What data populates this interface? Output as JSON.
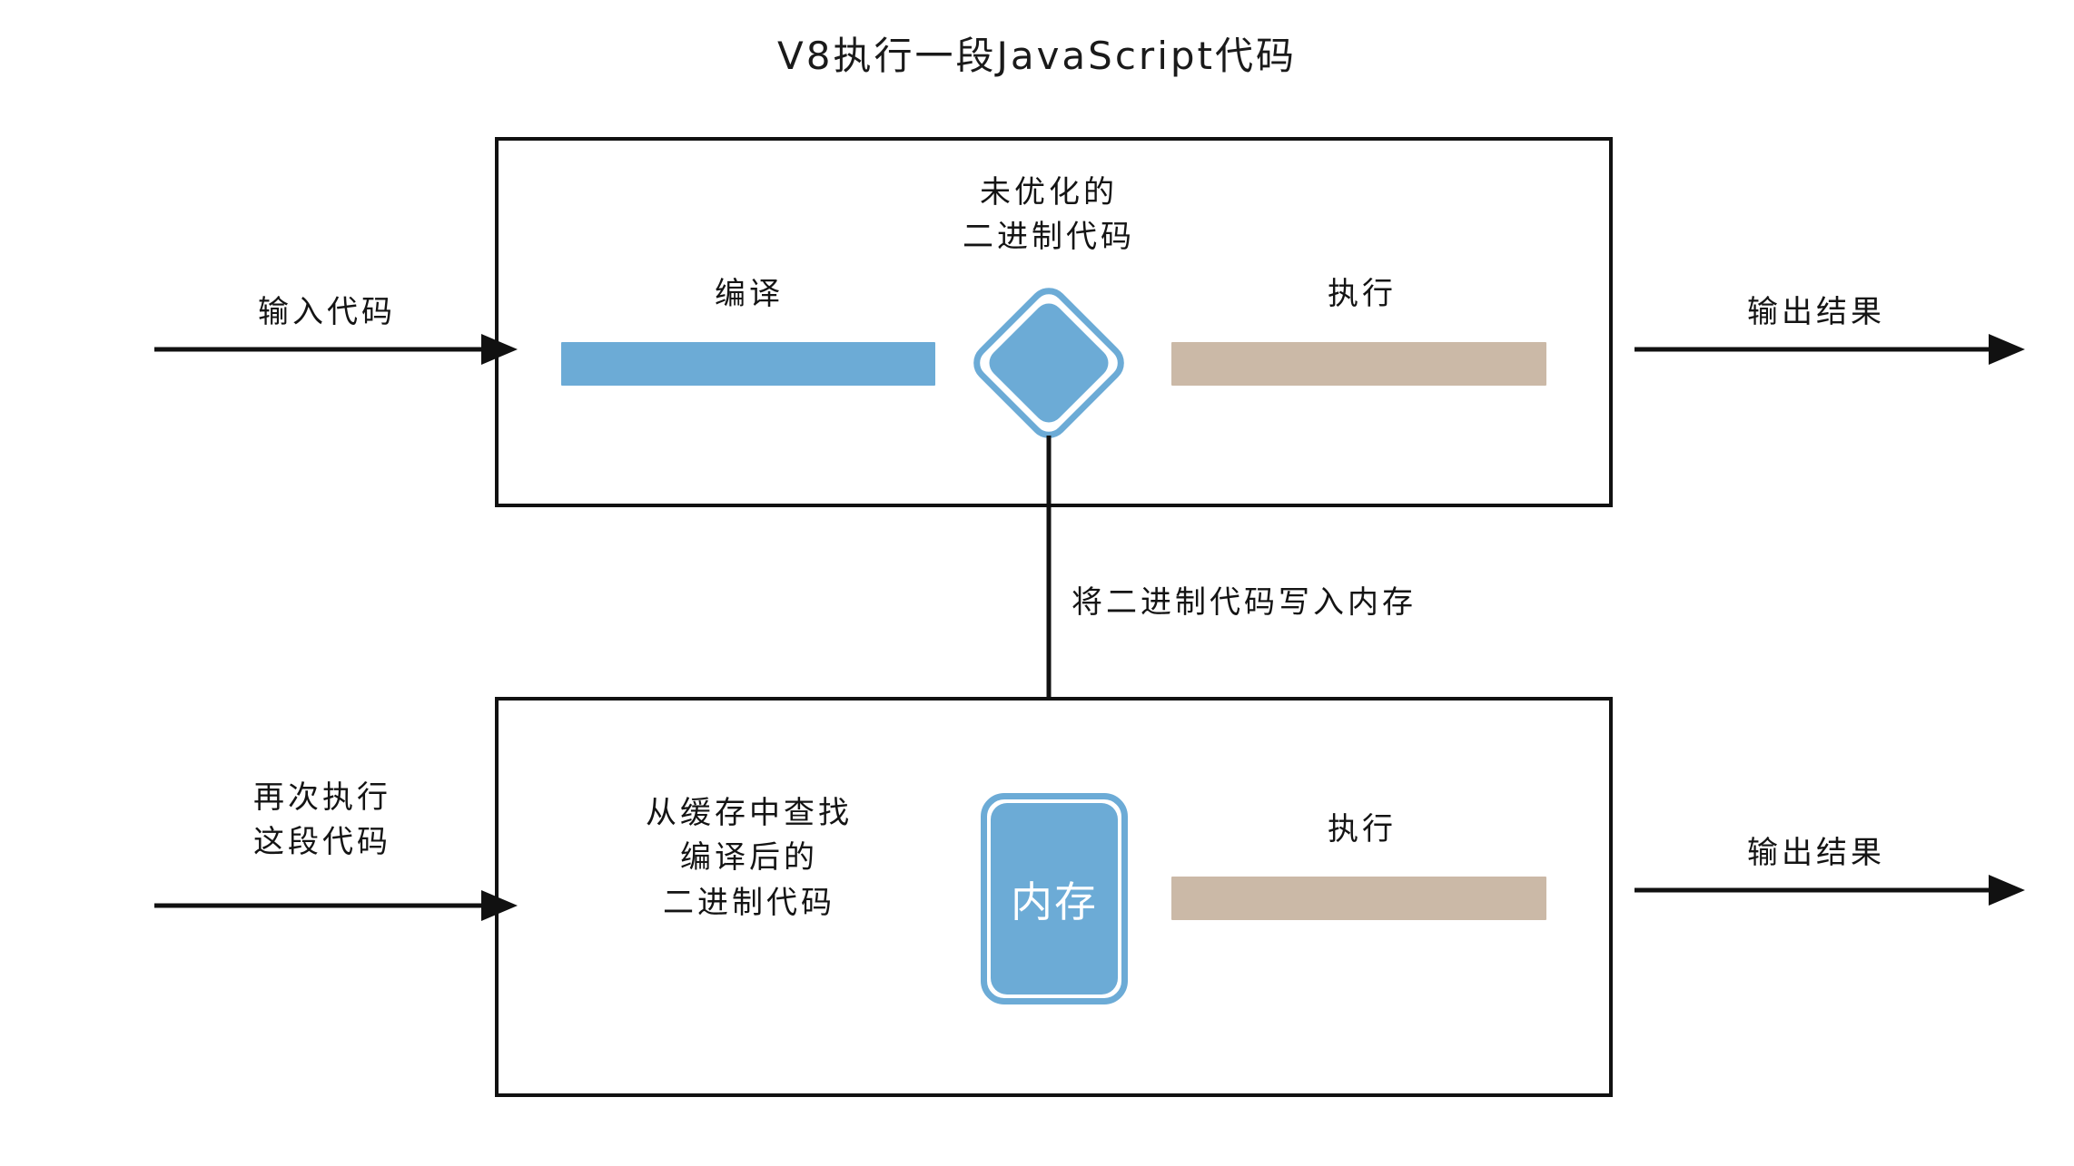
{
  "title": "V8执行一段JavaScript代码",
  "colors": {
    "compile_bar": "#6cabd6",
    "execute_bar": "#cbb9a7",
    "node_blue": "#6cabd6",
    "outline": "#111111",
    "text": "#141414",
    "memory_label_text": "#ffffff"
  },
  "flow_top": {
    "input_label": "输入代码",
    "compile_label": "编译",
    "binary_node_label": "未优化的\n二进制代码",
    "execute_label": "执行",
    "output_label": "输出结果"
  },
  "connector": {
    "write_memory_label": "将二进制代码写入内存"
  },
  "flow_bottom": {
    "input_label": "再次执行\n这段代码",
    "cache_lookup_label": "从缓存中查找\n编译后的\n二进制代码",
    "memory_node_label": "内存",
    "execute_label": "执行",
    "output_label": "输出结果"
  }
}
